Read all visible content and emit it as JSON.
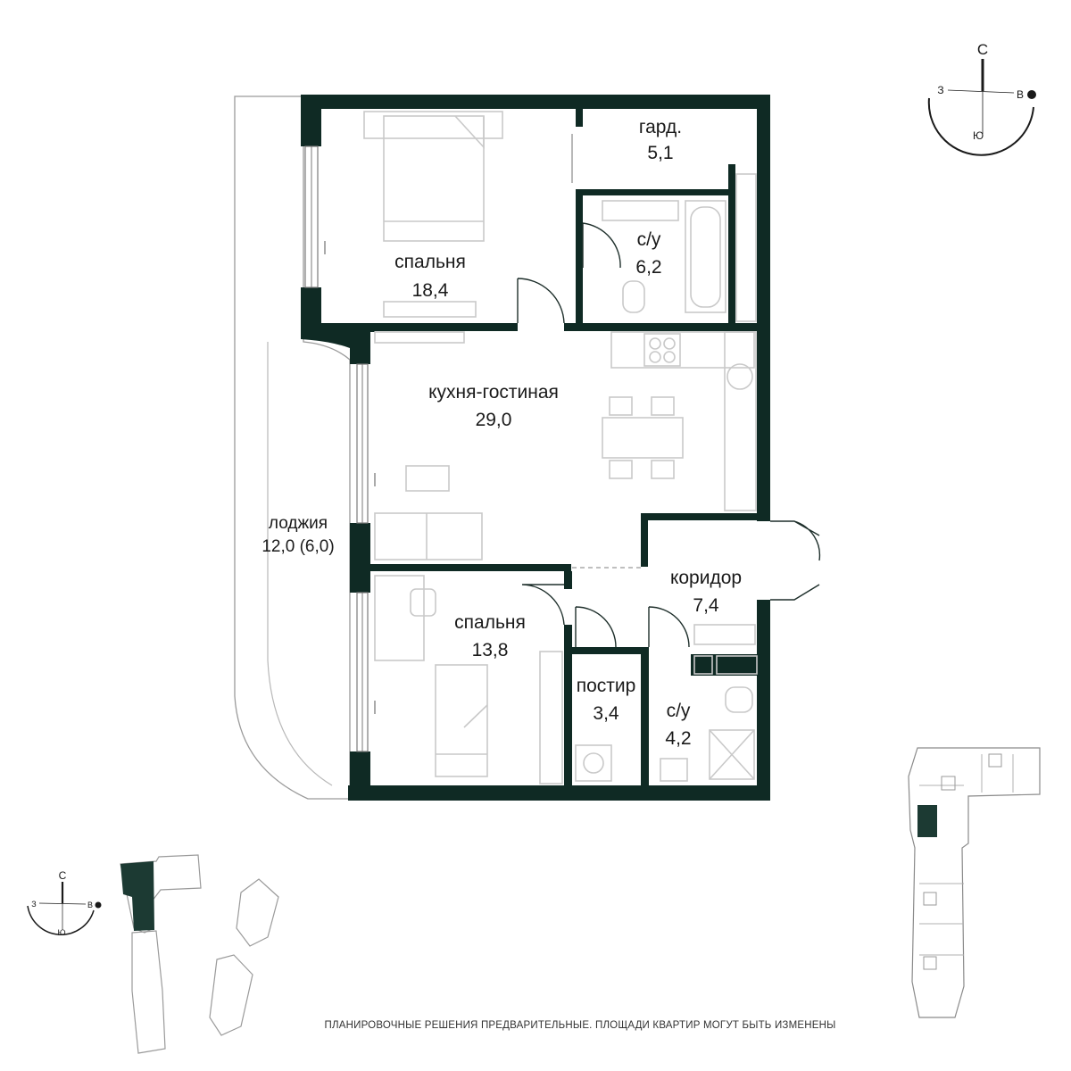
{
  "rooms": {
    "bedroom1": {
      "name": "спальня",
      "area": "18,4"
    },
    "wardrobe": {
      "name": "гард.",
      "area": "5,1"
    },
    "bath1": {
      "name": "с/у",
      "area": "6,2"
    },
    "kitchen": {
      "name": "кухня-гостиная",
      "area": "29,0"
    },
    "loggia": {
      "name": "лоджия",
      "area": "12,0 (6,0)"
    },
    "corridor": {
      "name": "коридор",
      "area": "7,4"
    },
    "bedroom2": {
      "name": "спальня",
      "area": "13,8"
    },
    "laundry": {
      "name": "постир",
      "area": "3,4"
    },
    "bath2": {
      "name": "с/у",
      "area": "4,2"
    }
  },
  "compass_large": {
    "n": "С",
    "w": "З",
    "e": "В",
    "s": "Ю"
  },
  "compass_small": {
    "n": "С",
    "w": "З",
    "e": "В",
    "s": "Ю"
  },
  "colors": {
    "wall": "#0f2a24",
    "highlight": "#1c3a33"
  },
  "disclaimer": "ПЛАНИРОВОЧНЫЕ РЕШЕНИЯ ПРЕДВАРИТЕЛЬНЫЕ. ПЛОЩАДИ КВАРТИР МОГУТ БЫТЬ ИЗМЕНЕНЫ"
}
